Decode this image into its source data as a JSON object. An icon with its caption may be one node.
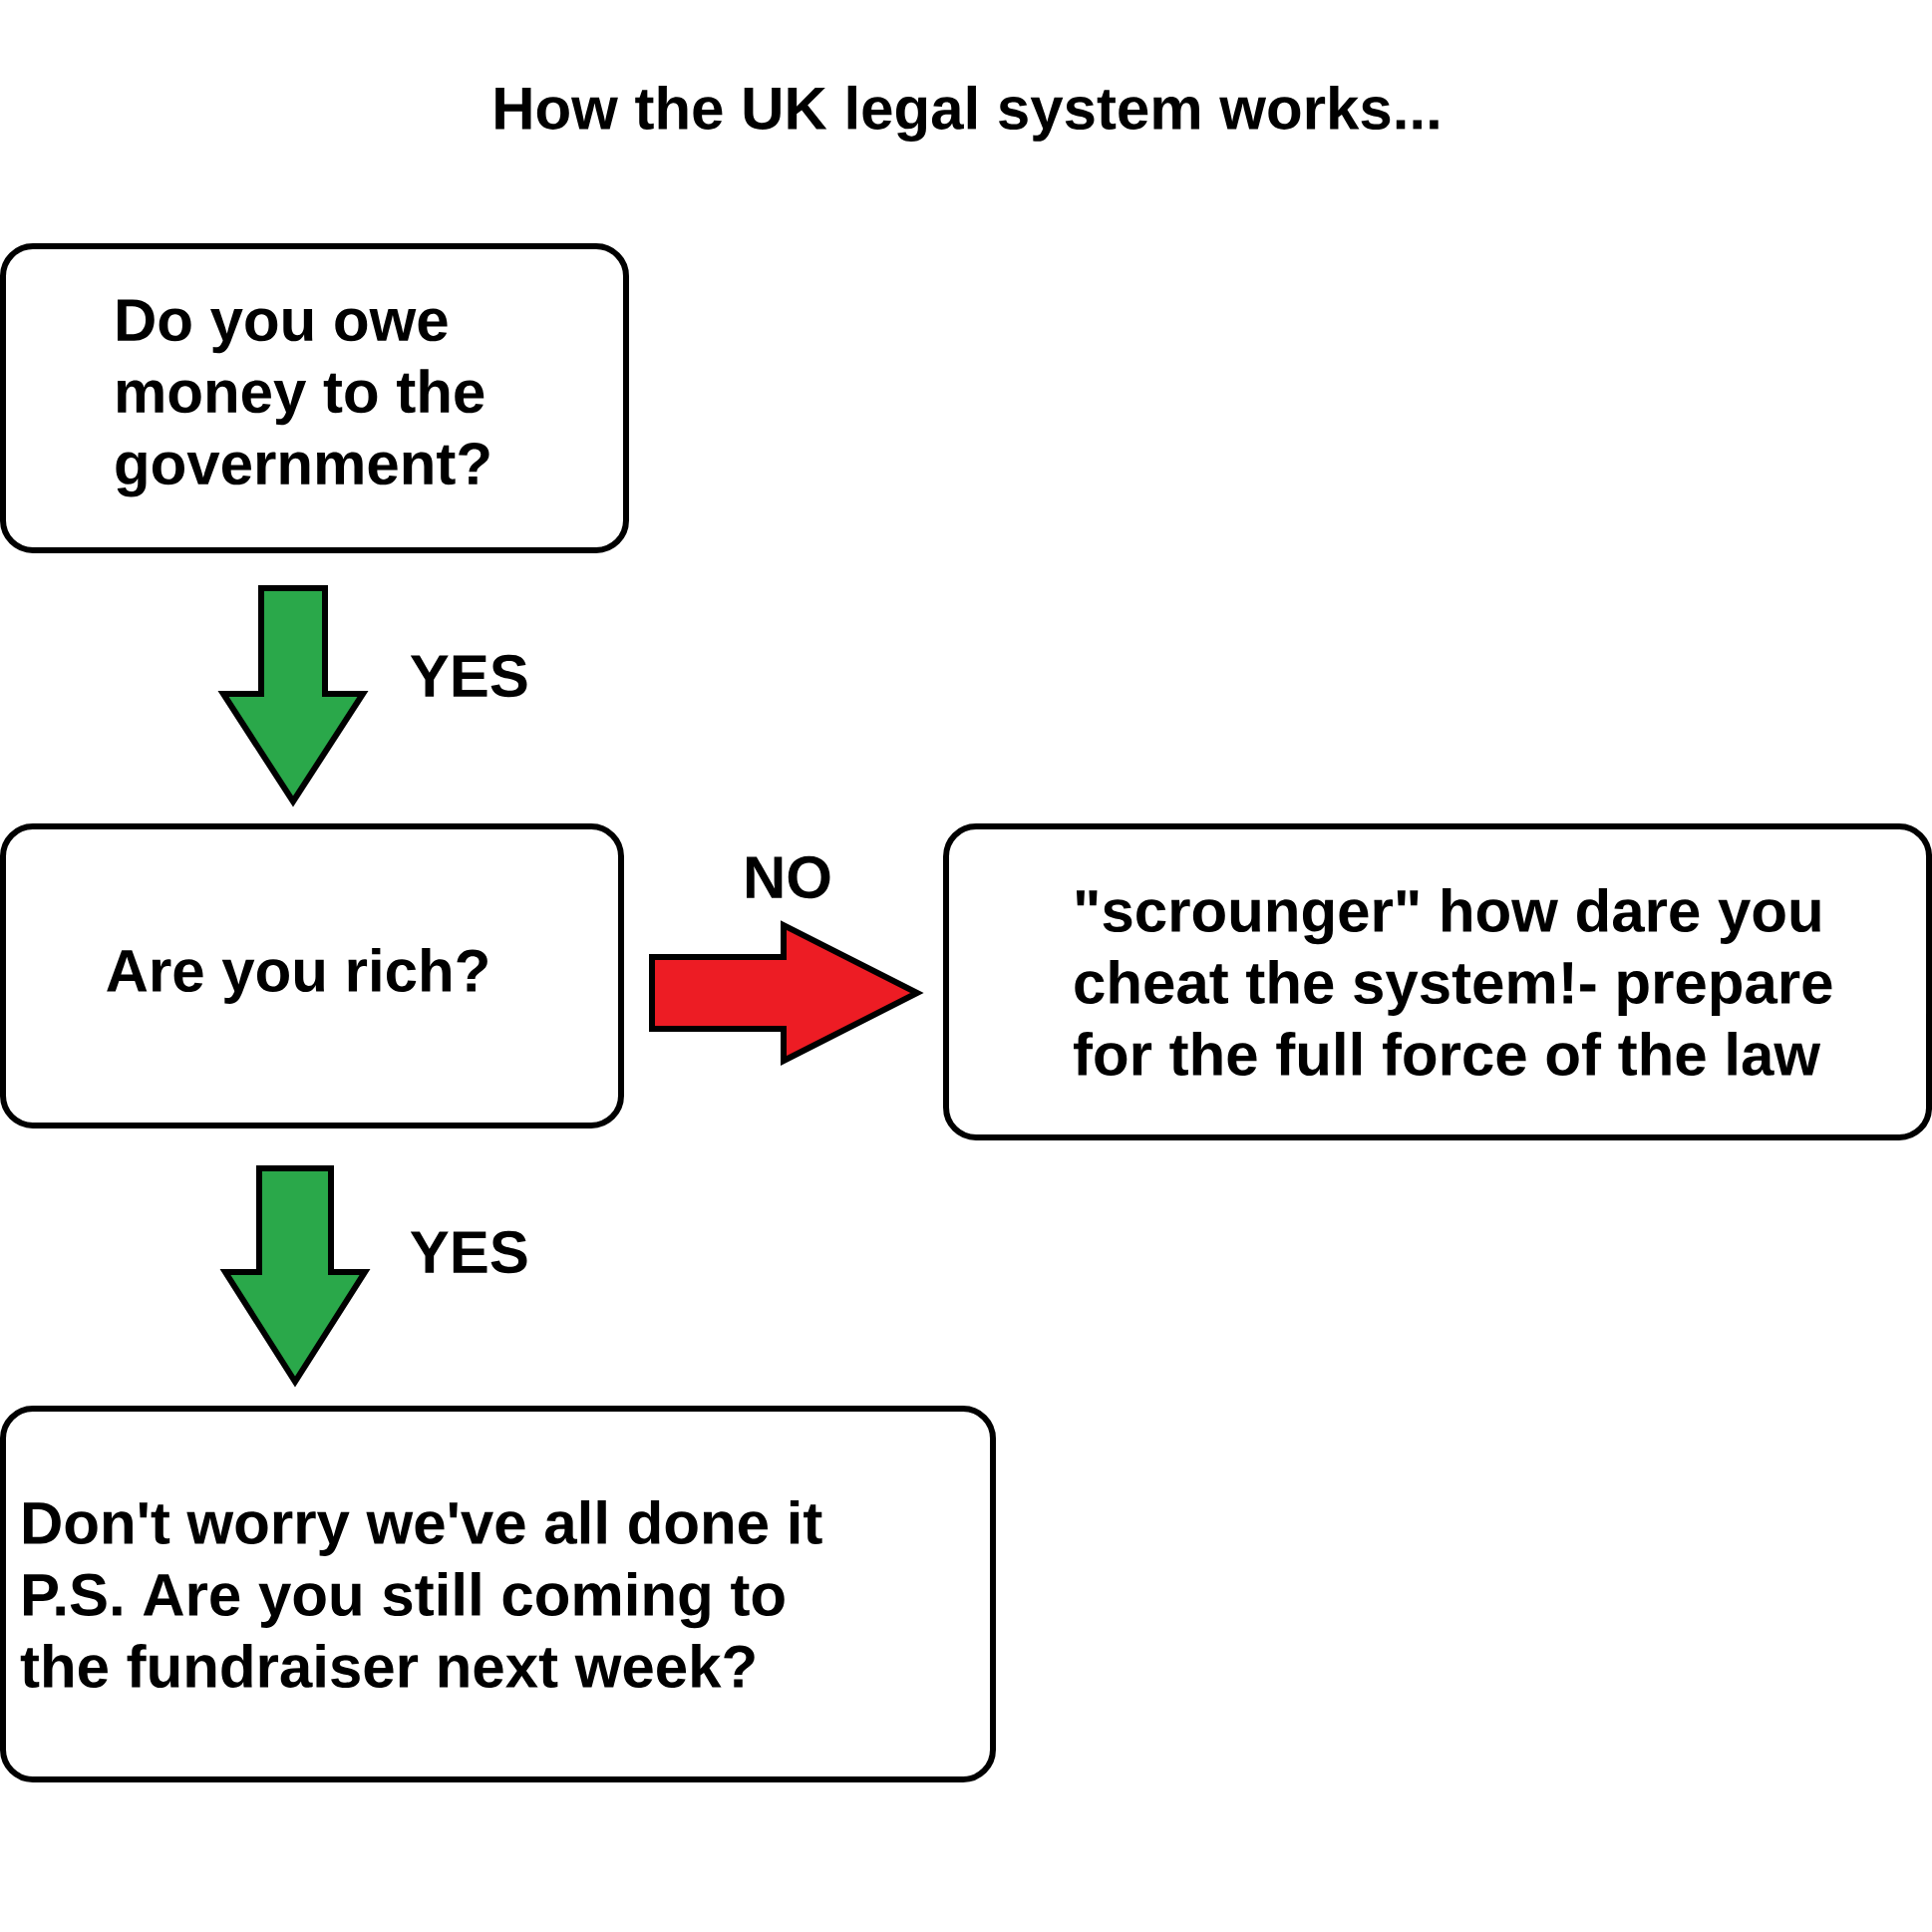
{
  "diagram": {
    "title": "How the UK legal system works...",
    "nodes": [
      {
        "text": [
          "Do you owe money to the government?"
        ]
      },
      {
        "text": [
          "Are you rich?"
        ]
      },
      {
        "text": [
          "\"scrounger\" how dare you cheat the system!- prepare for the full force of the law"
        ]
      },
      {
        "text": [
          "Don't worry we've all done it",
          "P.S. Are you still coming to the fundraiser next week?"
        ]
      }
    ],
    "edges": [
      {
        "from": 0,
        "to": 1,
        "arrow": "to",
        "label": "YES"
      },
      {
        "from": 1,
        "to": 2,
        "arrow": "to",
        "label": "NO",
        "color": "#ed1c24"
      },
      {
        "from": 1,
        "to": 3,
        "arrow": "to",
        "label": "YES"
      }
    ]
  }
}
